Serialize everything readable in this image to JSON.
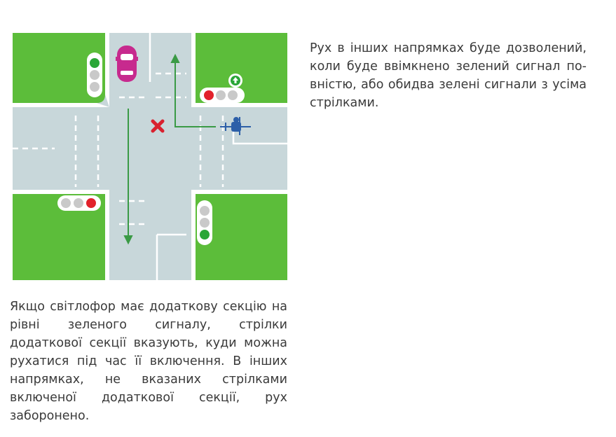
{
  "paragraphs": {
    "right": "Рух в інших напрямках буде дозволений, коли буде ввімкнено зелений сигнал по­вністю, або обидва зелені сигнали з усіма стрілками.",
    "bottom": "Якщо світлофор має додаткову секцію на рівні зеленого сигналу, стрілки додаткової секції вказують, куди можна рухатися під час її включення. В інших напрямках, не вказаних стрілками включеної додаткової секції, рух заборонено."
  },
  "illustration": {
    "icons": [
      "traffic-light-icon",
      "car-icon",
      "cyclist-icon",
      "cross-icon",
      "arrow-icon",
      "arrow-up-icon"
    ],
    "colors": {
      "grass": "#5cbd3a",
      "road": "#c8d7da",
      "curb": "#ffffff",
      "signal_red": "#e2222b",
      "signal_green": "#2aa637",
      "signal_off": "#c9c9c9",
      "car": "#c72a8e",
      "path_arrow": "#3a9a45",
      "cross": "#d9212f",
      "cyclist": "#2d5fa8"
    },
    "signals": {
      "top_left": {
        "active": "green"
      },
      "top_right": {
        "active": "red",
        "extra_section": "green-up-arrow"
      },
      "bottom_left": {
        "active": "red"
      },
      "bottom_right": {
        "active": "green"
      }
    }
  }
}
